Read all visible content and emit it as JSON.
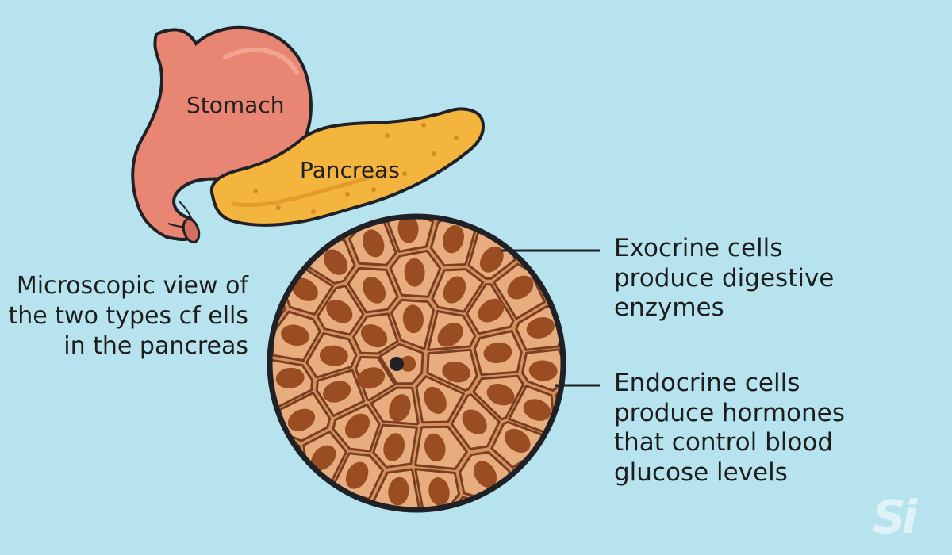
{
  "labels": {
    "stomach": "Stomach",
    "pancreas": "Pancreas"
  },
  "caption": {
    "line1": "Microscopic view of",
    "line2": "the two types cf ells",
    "line3": "in the pancreas"
  },
  "annotations": {
    "exocrine": {
      "line1": "Exocrine cells",
      "line2": "produce digestive",
      "line3": "enzymes"
    },
    "endocrine": {
      "line1": "Endocrine cells",
      "line2": "produce hormones",
      "line3": "that control blood",
      "line4": "glucose levels"
    }
  },
  "watermark": "Si",
  "colors": {
    "background": "#b7e3ee",
    "stomach": "#e98673",
    "pancreas": "#f4b53f",
    "tissue": "#d4925f",
    "cell": "#e8ad7f",
    "nucleus": "#9a4d22",
    "outline": "#1f2126"
  }
}
